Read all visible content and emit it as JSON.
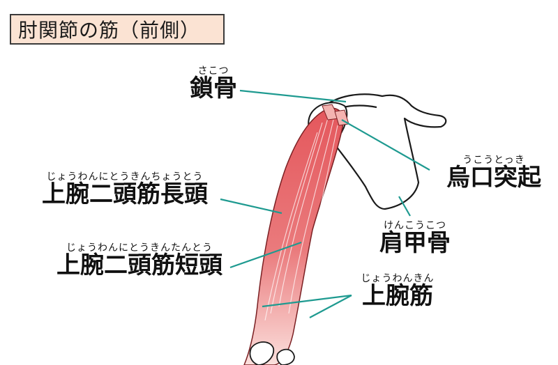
{
  "title": "肘関節の筋（前側）",
  "labels": {
    "clavicle": {
      "reading": "さこつ",
      "text": "鎖骨"
    },
    "coracoid": {
      "reading": "うこうとっき",
      "text": "烏口突起"
    },
    "biceps_long": {
      "reading": "じょうわんにとうきんちょうとう",
      "text": "上腕二頭筋長頭"
    },
    "scapula": {
      "reading": "けんこうこつ",
      "text": "肩甲骨"
    },
    "biceps_short": {
      "reading": "じょうわんにとうきんたんとう",
      "text": "上腕二頭筋短頭"
    },
    "brachialis": {
      "reading": "じょうわんきん",
      "text": "上腕筋"
    }
  },
  "colors": {
    "leader": "#1e9a90",
    "muscle": "#e0555a",
    "muscle_light": "#f4b3b0",
    "bone": "#ffffff",
    "outline": "#1a1a1a",
    "title_bg": "#fbe3d3"
  }
}
